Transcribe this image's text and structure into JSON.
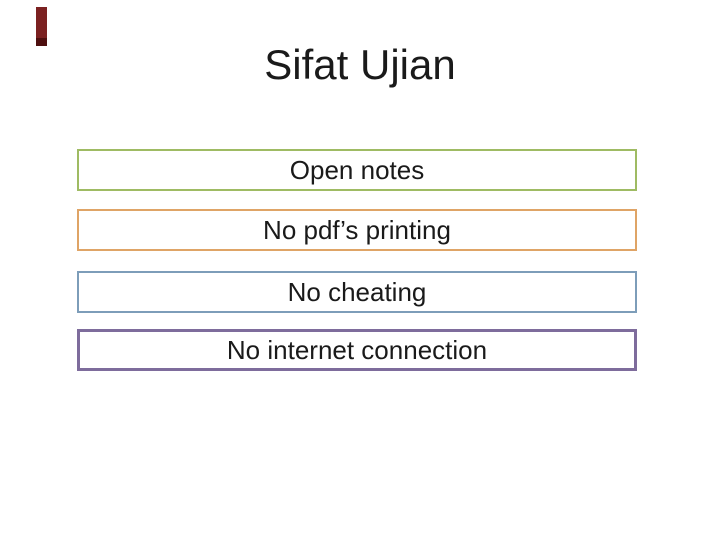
{
  "slide": {
    "title": "Sifat Ujian",
    "background_color": "#FFFFFF",
    "text_color": "#1A1A1A",
    "accent_bar": {
      "color": "#7B2121",
      "bottom_color": "#4E0F0F"
    },
    "rules": [
      {
        "label": "Open notes",
        "border_color": "#9FBB63"
      },
      {
        "label": "No pdf’s printing",
        "border_color": "#DFA466"
      },
      {
        "label": "No cheating",
        "border_color": "#7D9DB9"
      },
      {
        "label": "No internet connection",
        "border_color": "#7E6C9C"
      }
    ]
  }
}
